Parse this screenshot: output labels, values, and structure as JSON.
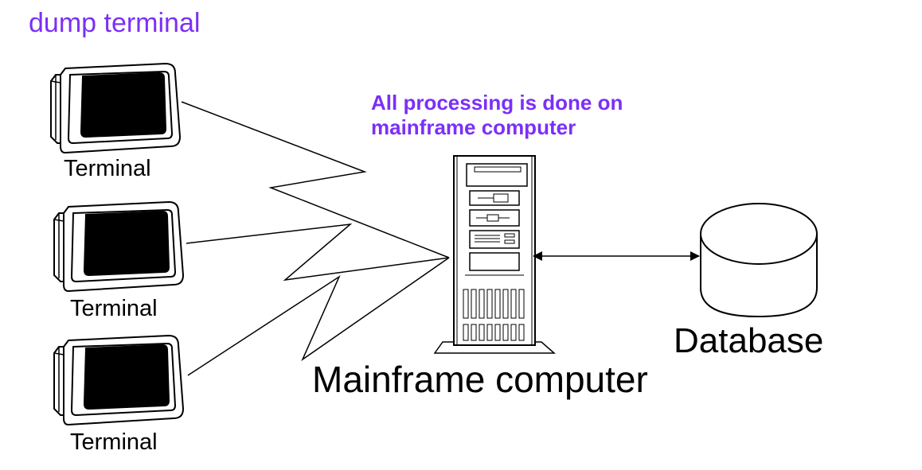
{
  "title": "dump terminal",
  "note": "All processing is done on mainframe computer",
  "terminals": [
    {
      "label": "Terminal"
    },
    {
      "label": "Terminal"
    },
    {
      "label": "Terminal"
    }
  ],
  "mainframe": {
    "label": "Mainframe computer"
  },
  "database": {
    "label": "Database"
  },
  "colors": {
    "accent": "#7b2ff7",
    "stroke": "#000000"
  },
  "icons": [
    "terminal-icon",
    "mainframe-tower-icon",
    "database-cylinder-icon",
    "lightning-link",
    "double-arrow"
  ]
}
